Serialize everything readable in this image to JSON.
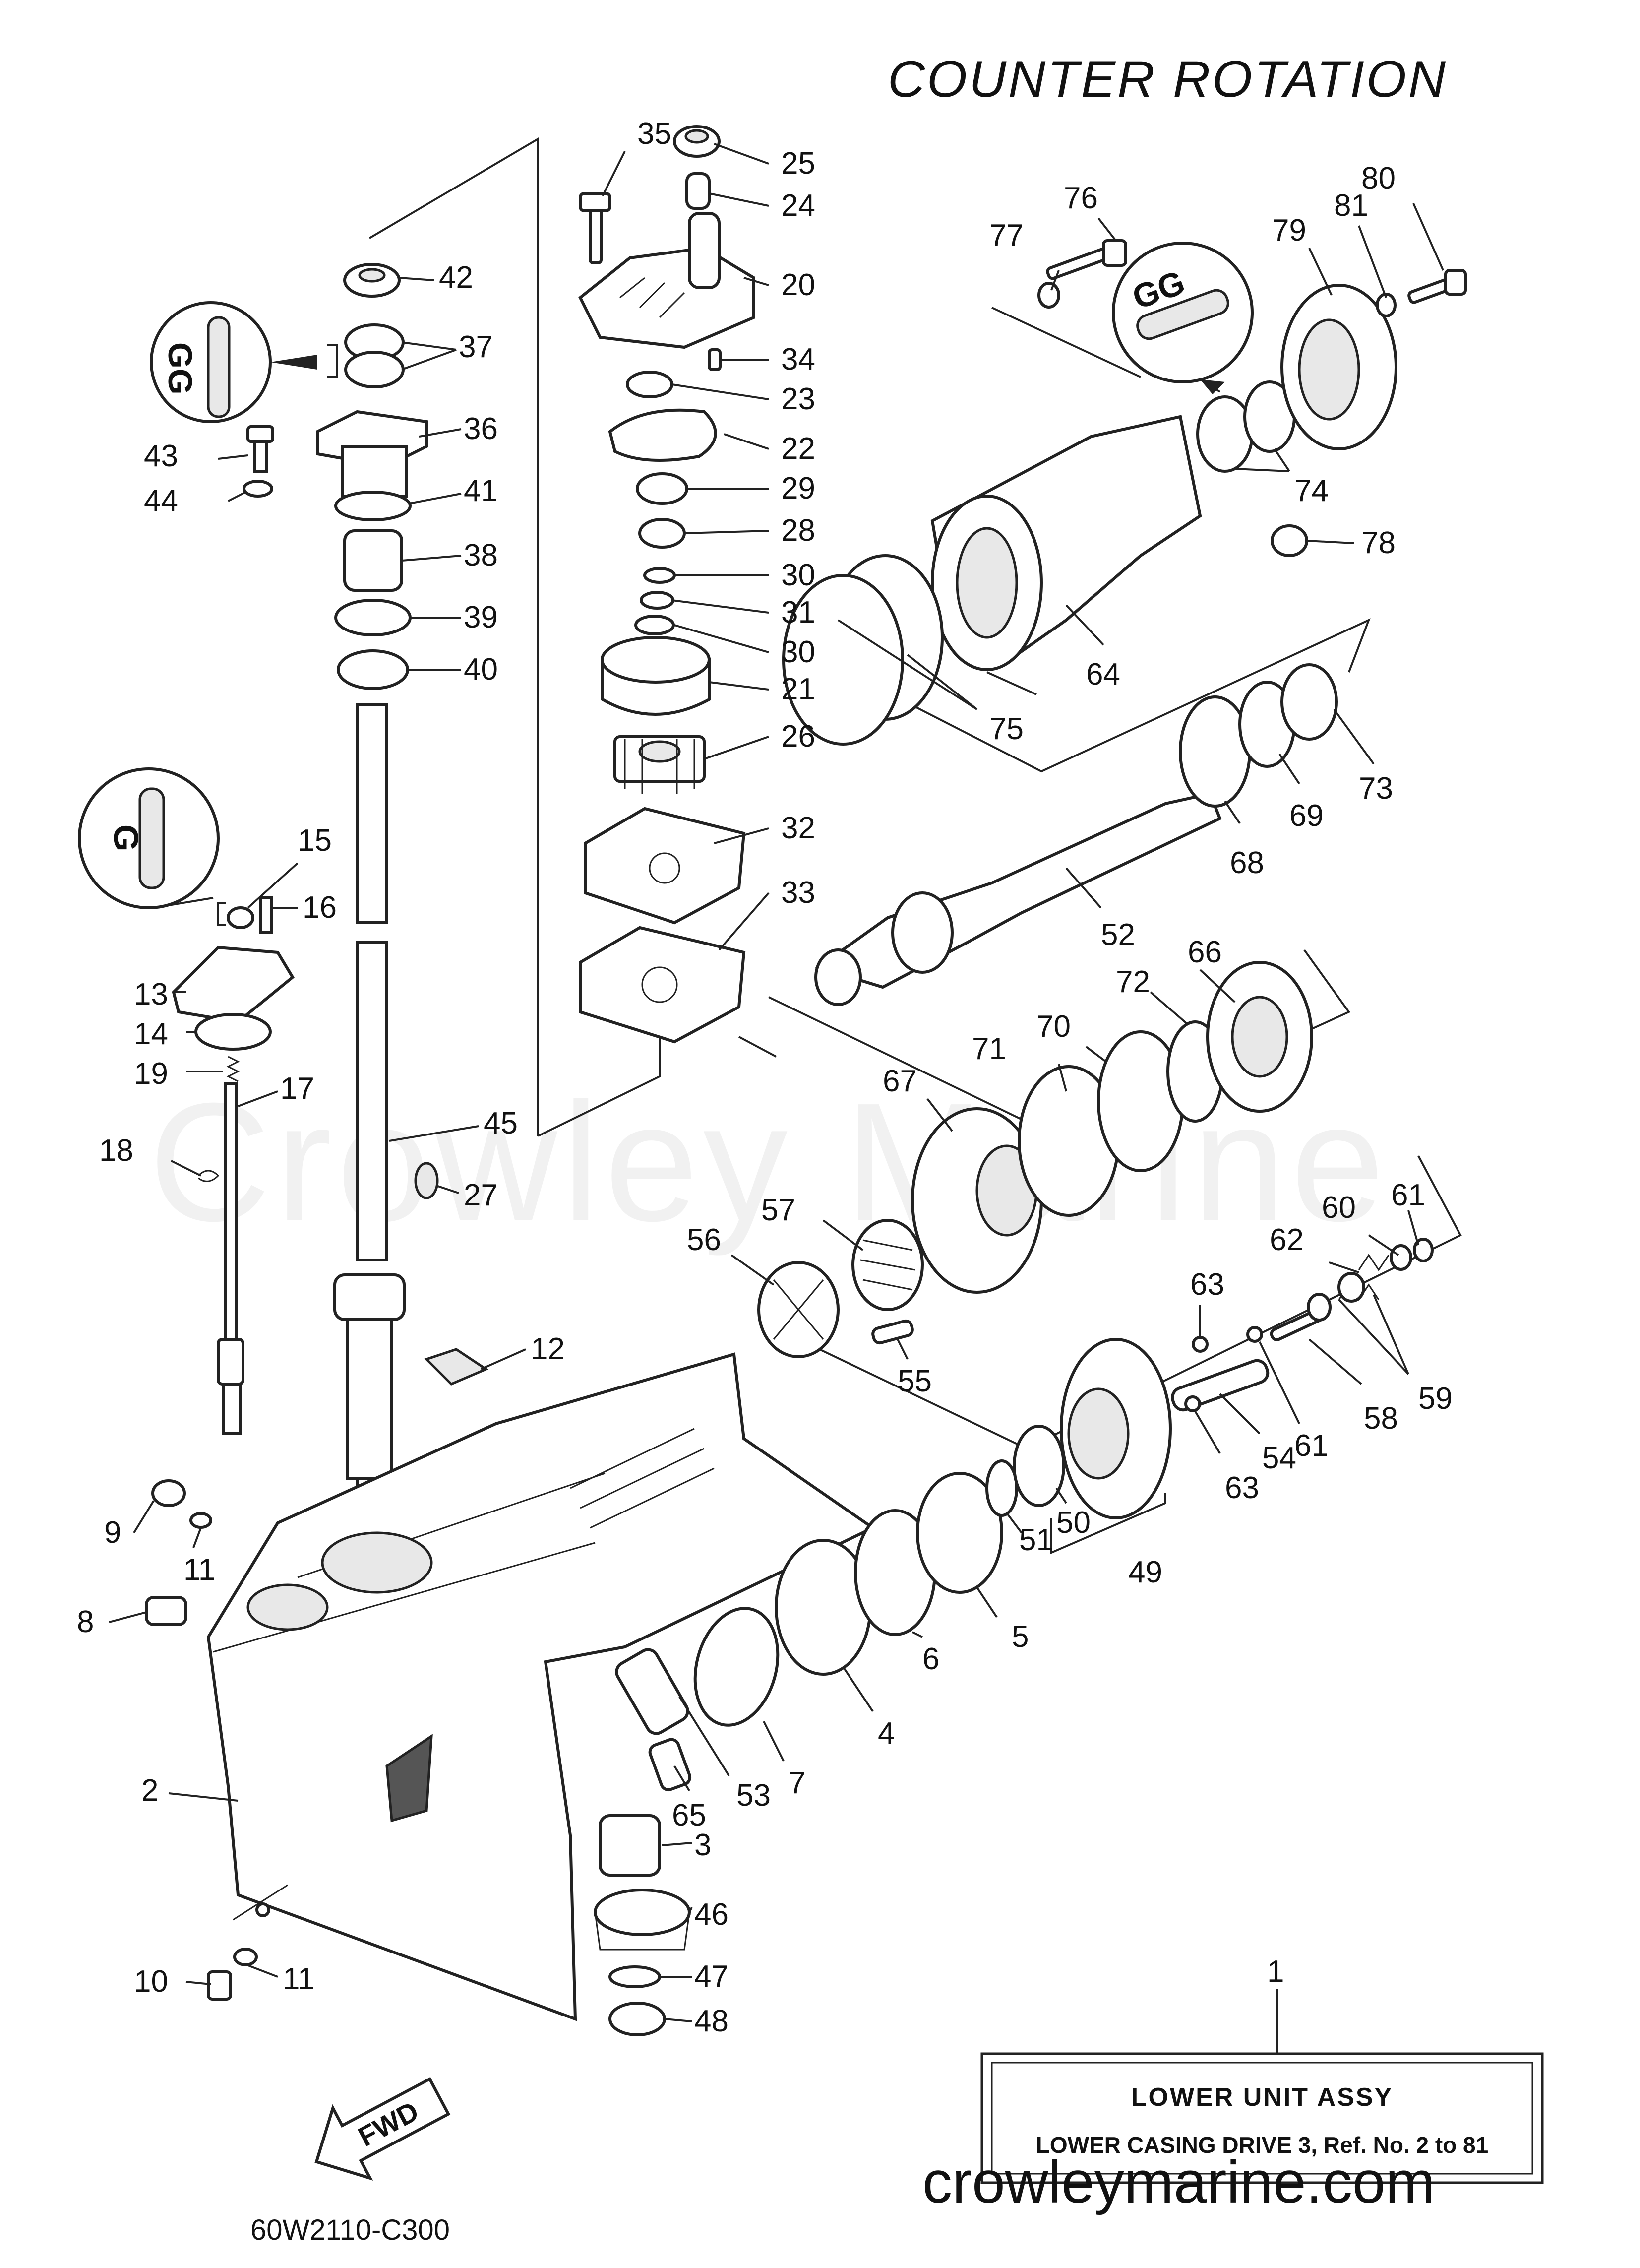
{
  "header": {
    "title": "COUNTER ROTATION"
  },
  "watermark": "Crowley Marine",
  "footer": {
    "website": "crowleymarine.com",
    "diagram_code": "60W2110-C300"
  },
  "direction_arrow": {
    "label": "FWD"
  },
  "label_box": {
    "ref_number": "1",
    "title": "LOWER UNIT ASSY",
    "subtitle": "LOWER CASING DRIVE 3, Ref. No. 2 to 81"
  },
  "detail_callouts": {
    "left_upper": "GG",
    "left_middle": "G",
    "right_upper": "GG"
  },
  "part_numbers": [
    "35",
    "25",
    "24",
    "20",
    "42",
    "37",
    "36",
    "43",
    "44",
    "41",
    "38",
    "39",
    "40",
    "34",
    "23",
    "22",
    "29",
    "28",
    "30",
    "31",
    "30",
    "21",
    "26",
    "32",
    "33",
    "76",
    "77",
    "81",
    "80",
    "79",
    "74",
    "78",
    "64",
    "75",
    "73",
    "69",
    "68",
    "52",
    "66",
    "72",
    "70",
    "71",
    "67",
    "57",
    "56",
    "55",
    "61",
    "60",
    "62",
    "63",
    "58",
    "59",
    "61",
    "54",
    "63",
    "49",
    "50",
    "51",
    "5",
    "6",
    "4",
    "7",
    "53",
    "65",
    "3",
    "46",
    "47",
    "48",
    "2",
    "10",
    "11",
    "9",
    "11",
    "8",
    "12",
    "27",
    "45",
    "18",
    "17",
    "19",
    "14",
    "13",
    "15",
    "16"
  ]
}
